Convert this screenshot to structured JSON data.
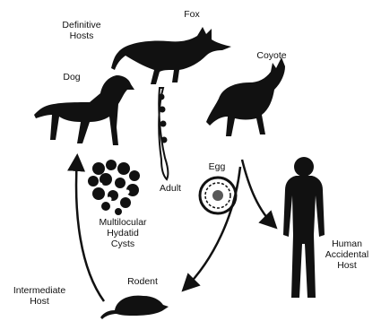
{
  "labels": {
    "definitive_hosts": "Definitive\nHosts",
    "fox": "Fox",
    "coyote": "Coyote",
    "dog": "Dog",
    "adult": "Adult",
    "egg": "Egg",
    "cysts": "Multilocular\nHydatid\nCysts",
    "human": "Human\nAccidental\nHost",
    "rodent": "Rodent",
    "intermediate": "Intermediate\nHost"
  },
  "icons": [
    "fox-icon",
    "coyote-icon",
    "dog-icon",
    "tapeworm-adult-icon",
    "egg-icon",
    "hydatid-cyst-icon",
    "human-icon",
    "rodent-icon"
  ],
  "colors": {
    "ink": "#111111",
    "background": "#ffffff"
  }
}
